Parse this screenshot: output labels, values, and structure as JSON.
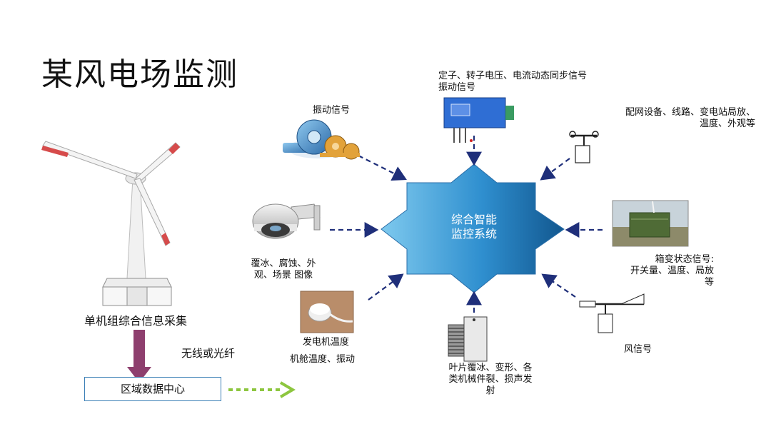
{
  "title": "某风电场监测",
  "hub": {
    "line1": "综合智能",
    "line2": "监控系统"
  },
  "sources": {
    "vibration": "振动信号",
    "stator_line1": "定子、转子电压、电流动态同步信号",
    "stator_line2": "振动信号",
    "grid_line1": "配网设备、线路、变电站局放、",
    "grid_line2": "温度、外观等",
    "camera_line1": "覆冰、腐蚀、外",
    "camera_line2": "观、场景 图像",
    "box_line1": "箱变状态信号:",
    "box_line2": "开关量、温度、局放",
    "box_line3": "等",
    "gen_temp": "发电机温度",
    "nacelle": "机舱温度、振动",
    "blade_line1": "叶片覆冰、变形、各",
    "blade_line2": "类机械件裂、损声发",
    "blade_line3": "射",
    "wind": "风信号"
  },
  "turbine_label": "单机组综合信息采集",
  "link_label": "无线或光纤",
  "datacenter_label": "区域数据中心"
}
